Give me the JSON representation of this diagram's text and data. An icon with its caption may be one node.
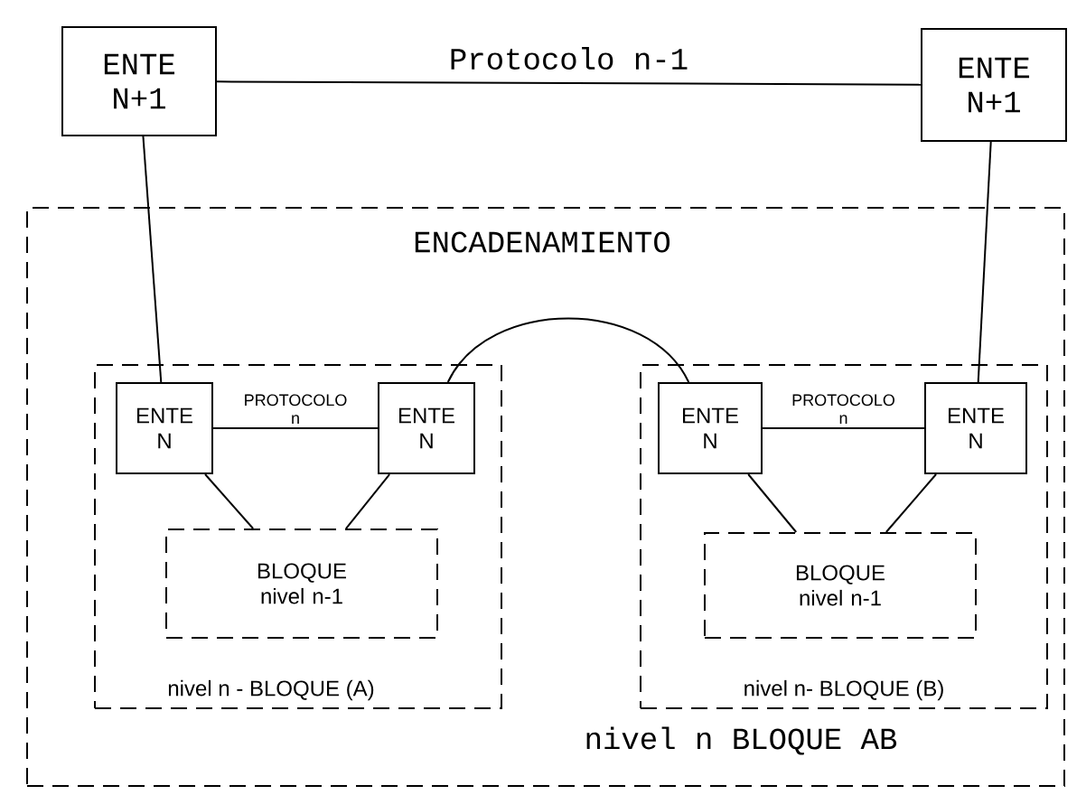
{
  "diagram": {
    "nodes": [
      {
        "text": [
          "ENTE N+1"
        ]
      },
      {
        "text": [
          "ENTE N+1"
        ]
      },
      {
        "text": [
          "ENCADENAMIENTO",
          "nivel n BLOQUE AB"
        ]
      },
      {
        "text": [
          "nivel n - BLOQUE (A)"
        ],
        "in": 2
      },
      {
        "text": [
          "ENTE N"
        ],
        "in": 3
      },
      {
        "text": [
          "ENTE N"
        ],
        "in": 3
      },
      {
        "text": [
          "BLOQUE nivel n-1"
        ],
        "in": 3
      },
      {
        "text": [
          "nivel n- BLOQUE (B)"
        ],
        "in": 2
      },
      {
        "text": [
          "ENTE N"
        ],
        "in": 7
      },
      {
        "text": [
          "ENTE N"
        ],
        "in": 7
      },
      {
        "text": [
          "BLOQUE nivel n-1"
        ],
        "in": 7
      }
    ],
    "edges": [
      {
        "from": 0,
        "to": 1,
        "arrow": "none",
        "label": "Protocolo n-1"
      },
      {
        "from": 0,
        "to": 4,
        "arrow": "none"
      },
      {
        "from": 1,
        "to": 9,
        "arrow": "none"
      },
      {
        "from": 4,
        "to": 5,
        "arrow": "none",
        "label": "PROTOCOLO n"
      },
      {
        "from": 5,
        "to": 8,
        "arrow": "none"
      },
      {
        "from": 4,
        "to": 6,
        "arrow": "none"
      },
      {
        "from": 5,
        "to": 6,
        "arrow": "none"
      },
      {
        "from": 8,
        "to": 9,
        "arrow": "none",
        "label": "PROTOCOLO n"
      },
      {
        "from": 8,
        "to": 10,
        "arrow": "none"
      },
      {
        "from": 9,
        "to": 10,
        "arrow": "none"
      }
    ]
  }
}
